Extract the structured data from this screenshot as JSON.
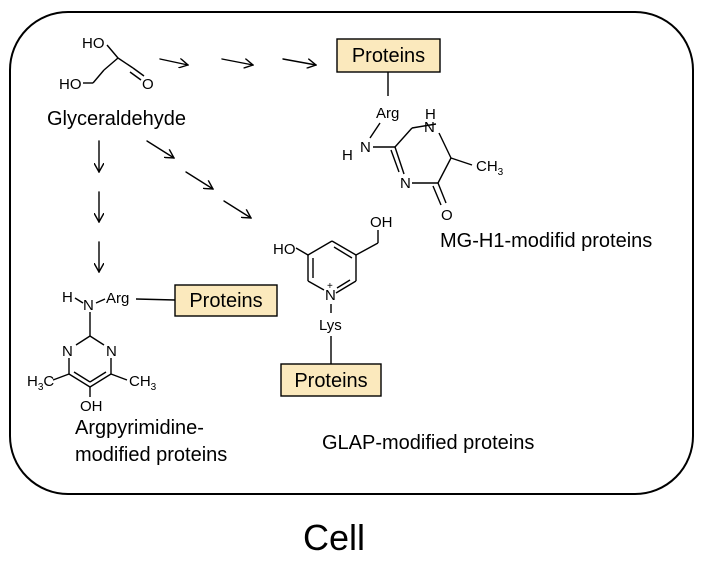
{
  "labels": {
    "glyceraldehyde": "Glyceraldehyde",
    "mgh1": "MG-H1-modifid proteins",
    "argpyrimidine_1": "Argpyrimidine-",
    "argpyrimidine_2": "modified proteins",
    "glap": "GLAP-modified proteins",
    "cell": "Cell"
  },
  "boxes": {
    "top": "Proteins",
    "left": "Proteins",
    "bottom": "Proteins"
  },
  "atoms": {
    "ho": "HO",
    "o": "O",
    "arg": "Arg",
    "lys": "Lys",
    "h": "H",
    "n": "N",
    "nh": "N",
    "oh": "OH",
    "ch3": "CH",
    "h3c": "H",
    "c": "C",
    "sub3": "3",
    "plus": "+"
  }
}
